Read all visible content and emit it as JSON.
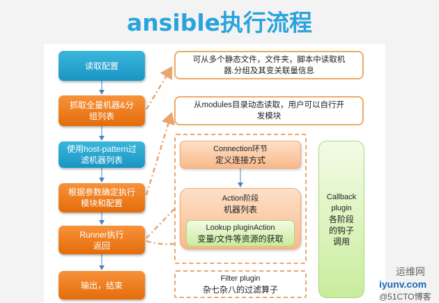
{
  "title": "ansible执行流程",
  "flow": [
    {
      "line1": "读取配置",
      "line2": ""
    },
    {
      "line1": "抓取全量机器&分",
      "line2": "组列表"
    },
    {
      "line1": "使用host-pattern过",
      "line2": "滤机器列表"
    },
    {
      "line1": "根据参数确定执行",
      "line2": "模块和配置"
    },
    {
      "line1": "Runner执行",
      "line2": "返回"
    },
    {
      "line1": "输出，结束",
      "line2": ""
    }
  ],
  "notes": [
    {
      "line1": "可从多个静态文件，文件夹，脚本中读取机",
      "line2": "器.分组及其变关联量信息"
    },
    {
      "line1": "从modules目录动态读取，用户可以自行开",
      "line2": "发模块"
    }
  ],
  "connection": {
    "line1": "Connection环节",
    "line2": "定义连接方式"
  },
  "action": {
    "line1": "Action阶段",
    "line2": "机器列表"
  },
  "lookup": {
    "line1": "Lookup pluginAction",
    "line2": "变量/文件等资源的获取"
  },
  "filter": {
    "line1": "Filter plugin",
    "line2": "杂七杂八的过滤算子"
  },
  "callback": {
    "line1": "Callback",
    "line2": "plugin",
    "line3": "各阶段",
    "line4": "的钩子",
    "line5": "调用"
  },
  "watermark": {
    "site": "运维网",
    "blog": "@51CTO博客",
    "domain": "iyunv.com"
  }
}
